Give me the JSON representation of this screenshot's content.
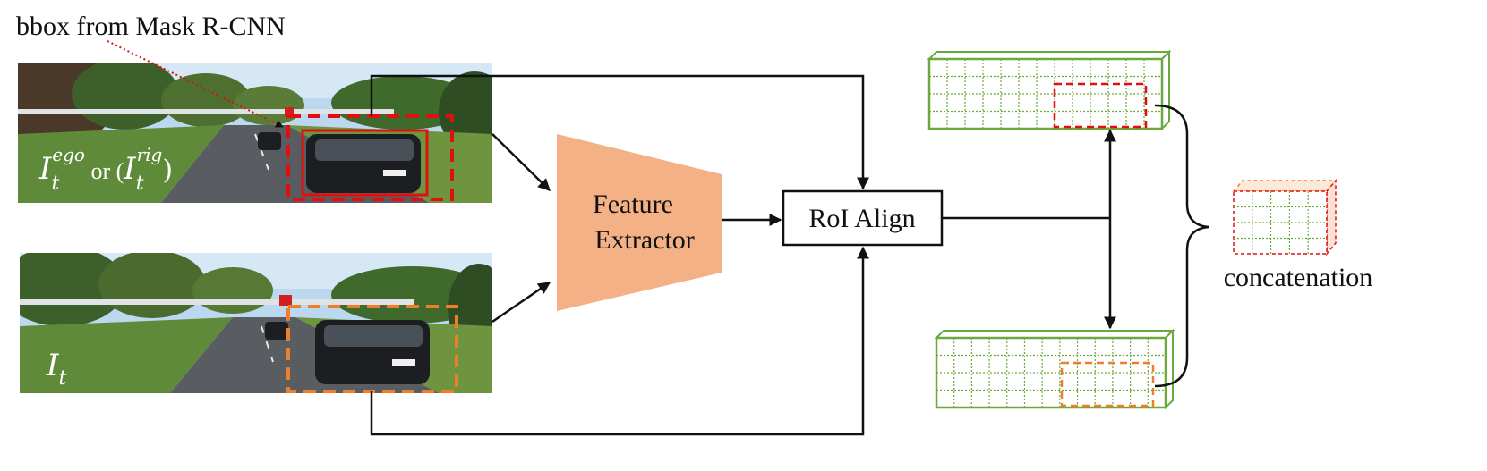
{
  "colors": {
    "arrow": "#111111",
    "extractor": "#f3b185",
    "feature_green": "#6aaa3a",
    "bbox_red": "#e01010",
    "bbox_orange": "#ee7e2a",
    "sky": "#bcd8f0",
    "road": "#595c60",
    "grass": "#5f8a3a",
    "tree": "#3d5f2a",
    "car": "#1c1e22"
  },
  "labels": {
    "bbox_note": "bbox from Mask R-CNN",
    "feature_extractor_line1": "Feature",
    "feature_extractor_line2": "Extractor",
    "roi_align": "RoI Align",
    "concatenation": "concatenation"
  },
  "image_top": {
    "symbol": "I",
    "sub": "t",
    "sup": "ego",
    "middle": " or (",
    "symbol2": "I",
    "sub2": "t",
    "sup2": "rig",
    "close": ")"
  },
  "image_bottom": {
    "symbol": "I",
    "sub": "t"
  },
  "icons": {
    "photo_top": "road-scene-photo",
    "photo_bottom": "road-scene-photo",
    "feature_map": "feature-map-grid",
    "concat_cube": "concatenated-feature-cube"
  }
}
